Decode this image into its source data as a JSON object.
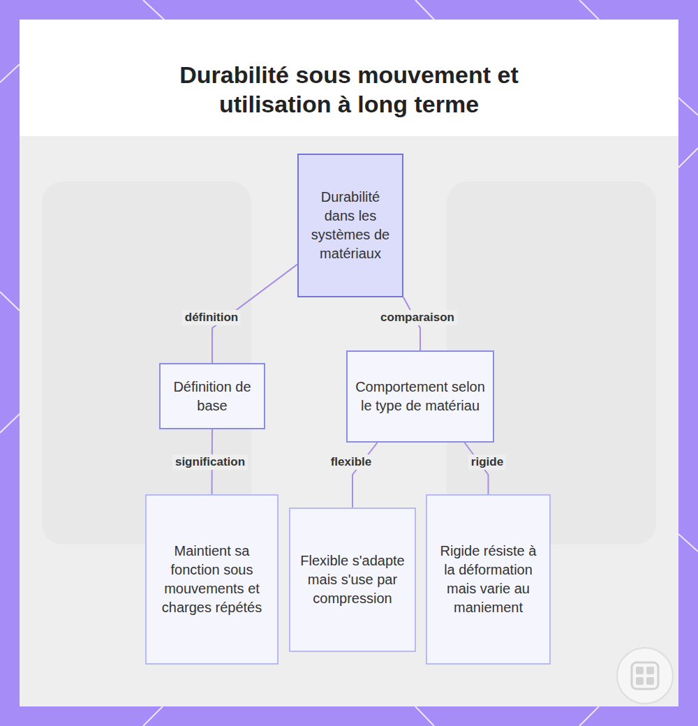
{
  "diagram": {
    "title": "Durabilité sous mouvement et utilisation à long terme",
    "nodes": [
      {
        "text": [
          "Durabilité dans les systèmes de matériaux"
        ]
      },
      {
        "text": [
          "Définition de base"
        ]
      },
      {
        "text": [
          "Comportement selon le type de matériau"
        ]
      },
      {
        "text": [
          "Maintient sa fonction sous mouvements et charges répétés"
        ]
      },
      {
        "text": [
          "Flexible s'adapte mais s'use par compression"
        ]
      },
      {
        "text": [
          "Rigide résiste à la déformation mais varie au maniement"
        ]
      }
    ],
    "edges": [
      {
        "from": 0,
        "to": 1,
        "label": "définition",
        "arrow": "none"
      },
      {
        "from": 0,
        "to": 2,
        "label": "comparaison",
        "arrow": "none"
      },
      {
        "from": 1,
        "to": 3,
        "label": "signification",
        "arrow": "none"
      },
      {
        "from": 2,
        "to": 4,
        "label": "flexible",
        "arrow": "none"
      },
      {
        "from": 2,
        "to": 5,
        "label": "rigide",
        "arrow": "none"
      }
    ]
  }
}
